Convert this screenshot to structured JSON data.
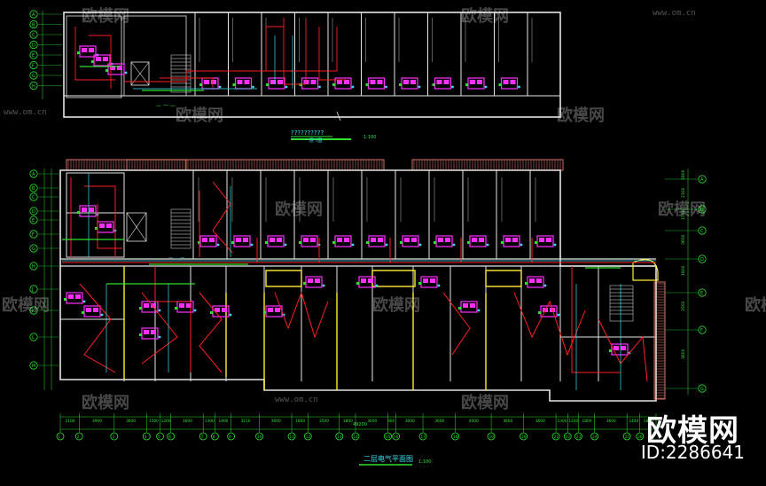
{
  "drawing": {
    "top_plan_title": "??????????",
    "top_plan_subtitle": "一层 ?图",
    "top_plan_scale": "1:100",
    "bottom_plan_title": "二层电气平面图",
    "bottom_plan_scale": "1:100",
    "total_dimension": "49200",
    "bottom_dimensions": [
      "2100",
      "3900",
      "3600",
      "1500",
      "1200",
      "3600",
      "1300",
      "1800",
      "3150",
      "3600",
      "1800",
      "3500",
      "1800",
      "3600",
      "900",
      "3000",
      "3600",
      "4000",
      "3600",
      "3600",
      "1300",
      "1200",
      "1800",
      "3600",
      "1440",
      "1800"
    ],
    "bottom_axes": [
      "1",
      "2",
      "3",
      "4",
      "5",
      "6",
      "7",
      "8",
      "9",
      "10",
      "11",
      "12",
      "13",
      "14",
      "15",
      "16",
      "17",
      "18",
      "19",
      "20",
      "21",
      "22",
      "23",
      "24",
      "25",
      "26"
    ],
    "right_dimensions": [
      "1800",
      "2300",
      "1500",
      "3600",
      "1800",
      "3500",
      "3600"
    ],
    "right_axes": [
      "A",
      "B",
      "C",
      "D",
      "E",
      "F",
      "G"
    ],
    "left_axes_bottom": [
      "A",
      "B",
      "C",
      "D",
      "E",
      "F",
      "G",
      "H",
      "J",
      "K",
      "L",
      "M"
    ],
    "left_axes_top": [
      "A",
      "B",
      "C",
      "D",
      "E",
      "F",
      "G",
      "H"
    ]
  },
  "watermarks": {
    "brand_cn": "欧模网",
    "url": "www.om.cn",
    "url_left": "www.om.cn"
  },
  "brand": {
    "name": "欧模网",
    "id_label": "ID:2286641"
  },
  "colors": {
    "background": "#000000",
    "wall": "#e6e6e6",
    "wiring": "#ff2020",
    "fixture": "#ff30ff",
    "accent_green": "#2fe02f",
    "accent_cyan": "#36e0f0",
    "accent_yellow": "#ffee33",
    "balcony": "#ff8c7a"
  }
}
